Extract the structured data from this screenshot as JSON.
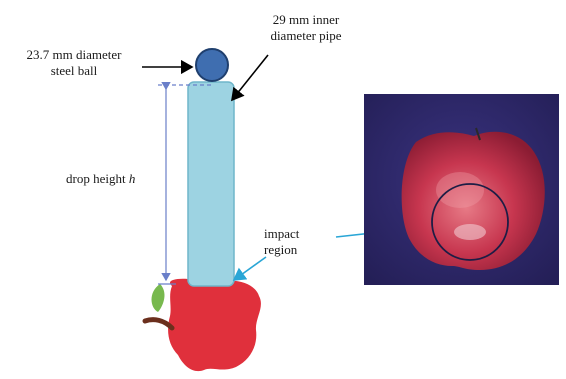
{
  "labels": {
    "ball_line1": "23.7 mm diameter",
    "ball_line2": "steel ball",
    "pipe_line1": "29 mm inner",
    "pipe_line2": "diameter pipe",
    "drop_text": "drop height ",
    "drop_var": "h",
    "impact_line1": "impact",
    "impact_line2": "region"
  },
  "colors": {
    "pipe_fill": "#9dd3e2",
    "pipe_stroke": "#6fb6ca",
    "ball_fill": "#3f6eb0",
    "ball_stroke": "#1f3f6e",
    "apple_red": "#e0303c",
    "leaf_green": "#78b94e",
    "stem_brown": "#6b2f1d",
    "dimension_blue": "#6a7fc9",
    "leader_cyan": "#2aa6d6",
    "leader_black": "#000000",
    "photo_background": "#2c2766",
    "photo_apple": "#c7364f",
    "impact_circle": "#1d1d45"
  },
  "icons": {
    "ball": "steel-ball-icon",
    "pipe": "pipe-icon",
    "apple": "apple-icon",
    "photo": "apple-photo"
  }
}
